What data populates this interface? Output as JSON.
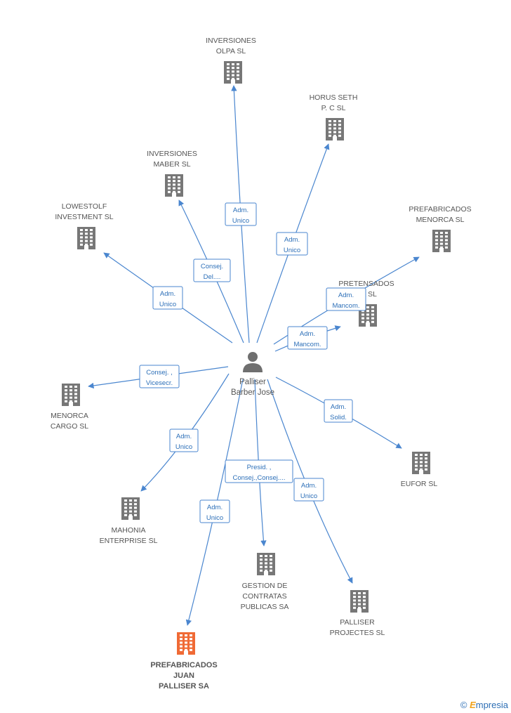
{
  "colors": {
    "edge": "#4a86cf",
    "building": "#777777",
    "highlight": "#f06a35",
    "label": "#555555",
    "edge_text": "#2c6fb8"
  },
  "center": {
    "lines": [
      "Palliser",
      "Barber Jose"
    ],
    "icon": "person-icon"
  },
  "companies": [
    {
      "id": "inversiones-olpa",
      "lines": [
        "INVERSIONES",
        "OLPA SL"
      ],
      "highlight": false
    },
    {
      "id": "horus-seth",
      "lines": [
        "HORUS SETH",
        "P.  C SL"
      ],
      "highlight": false
    },
    {
      "id": "inversiones-maber",
      "lines": [
        "INVERSIONES",
        "MABER SL"
      ],
      "highlight": false
    },
    {
      "id": "lowestolf",
      "lines": [
        "LOWESTOLF",
        "INVESTMENT SL"
      ],
      "highlight": false
    },
    {
      "id": "prefabricados-menorca",
      "lines": [
        "PREFABRICADOS",
        "MENORCA SL"
      ],
      "highlight": false
    },
    {
      "id": "pretensados",
      "lines": [
        "PRETENSADOS",
        "CA SL"
      ],
      "highlight": false
    },
    {
      "id": "menorca-cargo",
      "lines": [
        "MENORCA",
        "CARGO SL"
      ],
      "highlight": false
    },
    {
      "id": "eufor",
      "lines": [
        "EUFOR  SL"
      ],
      "highlight": false
    },
    {
      "id": "mahonia",
      "lines": [
        "MAHONIA",
        "ENTERPRISE SL"
      ],
      "highlight": false
    },
    {
      "id": "gestion-contratas",
      "lines": [
        "GESTION DE",
        "CONTRATAS",
        "PUBLICAS SA"
      ],
      "highlight": false
    },
    {
      "id": "palliser-projectes",
      "lines": [
        "PALLISER",
        "PROJECTES  SL"
      ],
      "highlight": false
    },
    {
      "id": "prefabricados-juan",
      "lines": [
        "PREFABRICADOS",
        "JUAN",
        "PALLISER SA"
      ],
      "highlight": true
    }
  ],
  "relations": [
    {
      "target": "inversiones-olpa",
      "lines": [
        "Adm.",
        "Unico"
      ]
    },
    {
      "target": "horus-seth",
      "lines": [
        "Adm.",
        "Unico"
      ]
    },
    {
      "target": "inversiones-maber",
      "lines": [
        "Consej.",
        "Del...."
      ]
    },
    {
      "target": "lowestolf",
      "lines": [
        "Adm.",
        "Unico"
      ]
    },
    {
      "target": "prefabricados-menorca",
      "lines": [
        "Adm.",
        "Mancom."
      ]
    },
    {
      "target": "pretensados",
      "lines": [
        "Adm.",
        "Mancom."
      ]
    },
    {
      "target": "menorca-cargo",
      "lines": [
        "Consej. ,",
        "Vicesecr."
      ]
    },
    {
      "target": "eufor",
      "lines": [
        "Adm.",
        "Solid."
      ]
    },
    {
      "target": "mahonia",
      "lines": [
        "Adm.",
        "Unico"
      ]
    },
    {
      "target": "gestion-contratas",
      "lines": [
        "Presid. ,",
        "Consej.,Consej...."
      ]
    },
    {
      "target": "palliser-projectes",
      "lines": [
        "Adm.",
        "Unico"
      ]
    },
    {
      "target": "prefabricados-juan",
      "lines": [
        "Adm.",
        "Unico"
      ]
    }
  ],
  "footer": {
    "copyright": "©",
    "brand_first": "E",
    "brand_rest": "mpresia"
  }
}
